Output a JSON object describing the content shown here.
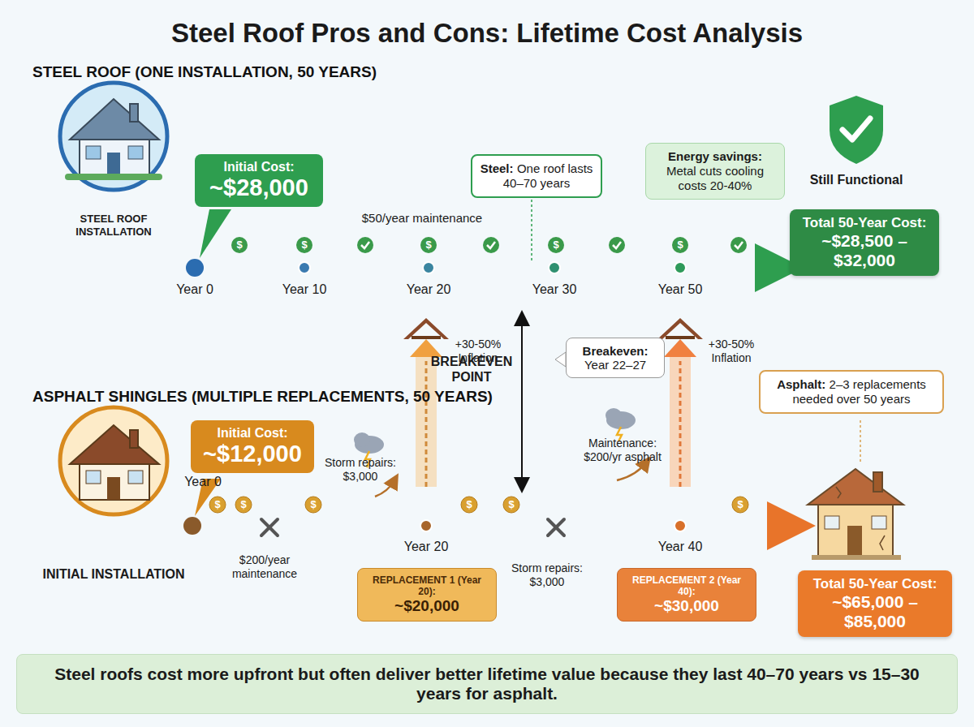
{
  "diagram": {
    "title": "Steel Roof Pros and Cons: Lifetime Cost Analysis",
    "caption": "Steel roofs cost more upfront but often deliver better lifetime value because they last 40–70 years vs 15–30 years for asphalt.",
    "nodes": [
      {
        "text": [
          "Initial Cost:",
          "~$28,000"
        ]
      },
      {
        "text": [
          "Steel:",
          "One roof lasts 40–70 years"
        ]
      },
      {
        "text": [
          "Energy savings:",
          "Metal cuts cooling costs 20-40%"
        ]
      },
      {
        "text": [
          "Total 50-Year Cost:",
          "~$28,500 – $32,000"
        ]
      },
      {
        "text": [
          "Breakeven:",
          "Year 22–27"
        ]
      },
      {
        "text": [
          "Initial Cost:",
          "~$12,000"
        ]
      },
      {
        "text": [
          "REPLACEMENT 1 (Year 20):",
          "~$20,000"
        ]
      },
      {
        "text": [
          "Asphalt:",
          "2–3 replacements needed over 50 years"
        ]
      },
      {
        "text": [
          "REPLACEMENT 2 (Year 40):",
          "~$30,000"
        ]
      },
      {
        "text": [
          "Total 50-Year Cost:",
          "~$65,000 – $85,000"
        ]
      }
    ],
    "labels": [
      "STEEL ROOF (ONE INSTALLATION, 50 YEARS)",
      "STEEL ROOF INSTALLATION",
      "Year 0",
      "Year 10",
      "Year 20",
      "$50/year maintenance",
      "Year 30",
      "Year 50",
      "Still Functional",
      "BREAKEVEN POINT",
      "ASPHALT SHINGLES (MULTIPLE REPLACEMENTS, 50 YEARS)",
      "Year 0",
      "INITIAL INSTALLATION",
      "$200/year maintenance",
      "Storm repairs: $3,000",
      "+30-50% Inflation",
      "Year 20",
      "Storm repairs: $3,000",
      "Maintenance: $200/yr asphalt",
      "+30-50% Inflation",
      "Year 40",
      "$",
      "$",
      "$",
      "$",
      "$",
      "$",
      "$",
      "$",
      "$",
      "$",
      "$"
    ]
  }
}
